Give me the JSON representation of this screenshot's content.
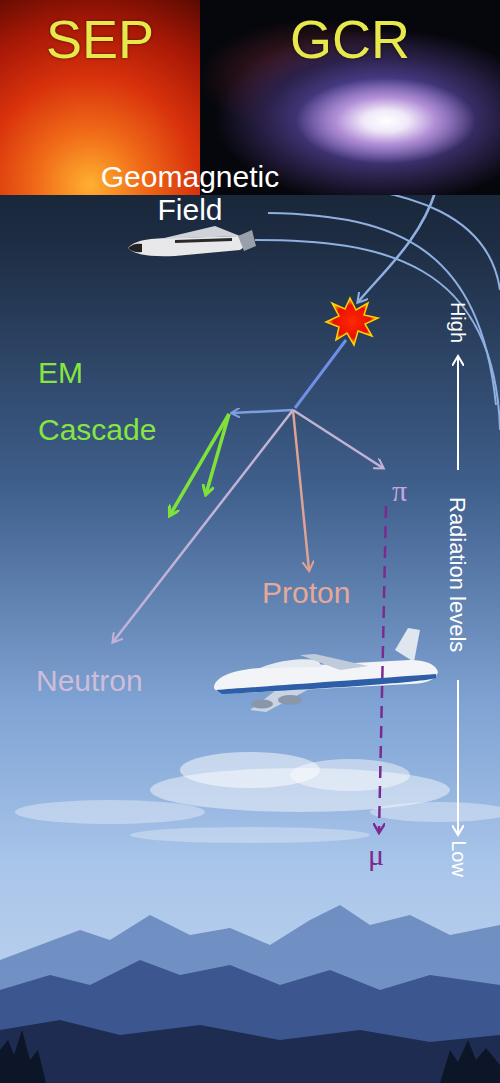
{
  "diagram": {
    "nodes": [
      {
        "text": [
          "SEP"
        ]
      },
      {
        "text": [
          "GCR"
        ]
      }
    ],
    "labels": [
      "Geomagnetic Field",
      "EM Cascade",
      "Proton",
      "Neutron",
      "π",
      "μ",
      "High",
      "Radiation levels",
      "Low"
    ]
  }
}
